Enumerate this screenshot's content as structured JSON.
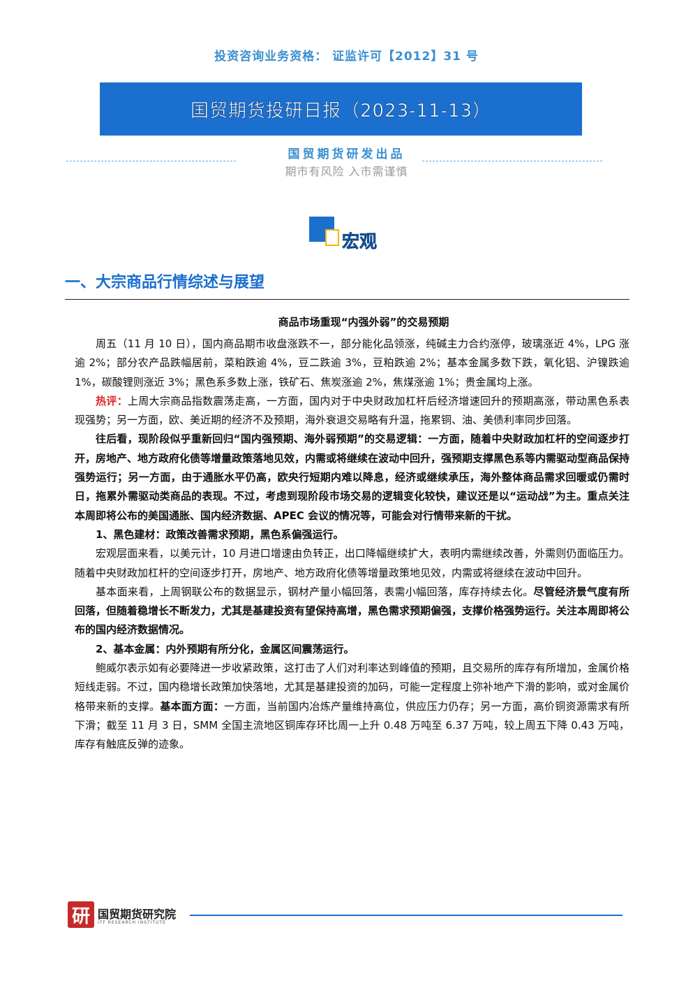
{
  "header": {
    "license_line": "投资咨询业务资格：  证监许可【2012】31 号",
    "report_title": "国贸期货投研日报（2023-11-13）",
    "publisher": "国贸期货研发出品",
    "risk_notice": "期市有风险  入市需谨慎"
  },
  "section": {
    "category_label": "宏观",
    "heading": "一、大宗商品行情综述与展望"
  },
  "article": {
    "title": "商品市场重现“内强外弱”的交易预期",
    "p1": "周五（11 月 10 日），国内商品期市收盘涨跌不一，部分能化品领涨，纯碱主力合约涨停，玻璃涨近 4%，LPG 涨逾 2%；部分农产品跌幅居前，菜粕跌逾 4%，豆二跌逾 3%，豆粕跌逾 2%；基本金属多数下跌，氧化铝、沪镍跌逾 1%，碳酸锂则涨近 3%；黑色系多数上涨，铁矿石、焦炭涨逾 2%，焦煤涨逾 1%；贵金属均上涨。",
    "p2_label": "热评：",
    "p2": "上周大宗商品指数震荡走高，一方面，国内对于中央财政加杠杆后经济增速回升的预期高涨，带动黑色系表现强势；另一方面，欧、美近期的经济不及预期，海外衰退交易略有升温，拖累铜、油、美债利率同步回落。",
    "p3": "往后看，现阶段似乎重新回归“国内强预期、海外弱预期”的交易逻辑：一方面，随着中央财政加杠杆的空间逐步打开，房地产、地方政府化债等增量政策落地见效，内需或将继续在波动中回升，强预期支撑黑色系等内需驱动型商品保持强势运行；另一方面，由于通胀水平仍高，欧央行短期内难以降息，经济或继续承压，海外整体商品需求回暖或仍需时日，拖累外需驱动类商品的表现。不过，考虑到现阶段市场交易的逻辑变化较快，建议还是以“运动战”为主。重点关注本周即将公布的美国通胀、国内经济数据、APEC 会议的情况等，可能会对行情带来新的干扰。",
    "h1": "1、黑色建材：政策改善需求预期，黑色系偏强运行。",
    "p4": "宏观层面来看，以美元计，10 月进口增速由负转正，出口降幅继续扩大，表明内需继续改善，外需则仍面临压力。随着中央财政加杠杆的空间逐步打开，房地产、地方政府化债等增量政策地见效，内需或将继续在波动中回升。",
    "p5a": "基本面来看，上周钢联公布的数据显示，钢材产量小幅回落，表需小幅回落，库存持续去化。",
    "p5b": "尽管经济景气度有所回落，但随着稳增长不断发力，尤其是基建投资有望保持高增，黑色需求预期偏强，支撑价格强势运行。关注本周即将公布的国内经济数据情况。",
    "h2": "2、基本金属：内外预期有所分化，金属区间震荡运行。",
    "p6a": "鲍威尔表示如有必要降进一步收紧政策，这打击了人们对利率达到峰值的预期，且交易所的库存有所增加，金属价格短线走弱。不过，国内稳增长政策加快落地，尤其是基建投资的加码，可能一定程度上弥补地产下滑的影响，或对金属价格带来新的支撑。",
    "p6b": "基本面方面：",
    "p6c": "一方面，当前国内冶炼产量维持高位，供应压力仍存；另一方面，高价铜资源需求有所下滑；截至 11 月 3 日，SMM 全国主流地区铜库存环比周一上升 0.48 万吨至 6.37 万吨，较上周五下降 0.43 万吨，库存有触底反弹的迹象。"
  },
  "footer": {
    "logo_char": "研",
    "institute_name": "国贸期货研究院",
    "institute_en": "ITF RESEARCH INSTITUTE"
  },
  "colors": {
    "brand_blue": "#1b6fcf",
    "light_blue": "#3b8fd1",
    "hot_red": "#e0262b",
    "accent_yellow": "#f2b600"
  }
}
